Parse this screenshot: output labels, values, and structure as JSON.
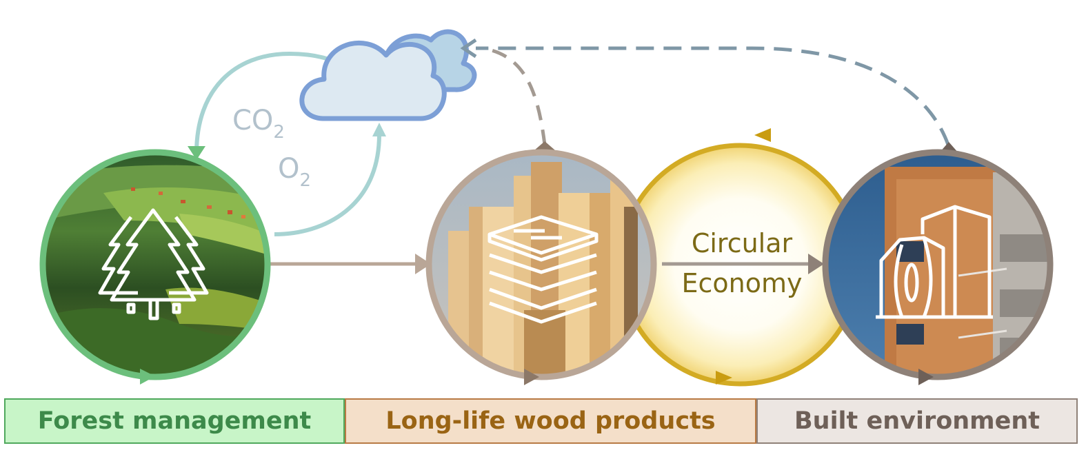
{
  "gas_labels": {
    "co2": "CO",
    "co2_sub": "2",
    "o2": "O",
    "o2_sub": "2"
  },
  "circular_economy": {
    "line1": "Circular",
    "line2": "Economy"
  },
  "stage_labels": {
    "forest": "Forest management",
    "wood": "Long-life wood products",
    "built": "Built environment"
  },
  "colors": {
    "forest_green": "#6cbf7c",
    "cycle_teal": "#a7d3d2",
    "wood_taupe": "#b9a697",
    "circular_gold": "#d3ab24",
    "built_gray": "#8e8178",
    "cloud_blue": "#7c9fd6",
    "dashed_arrow": "#7f97a6"
  },
  "icons": [
    "cloud-icon",
    "tree-icon",
    "layers-icon",
    "building-icon"
  ]
}
